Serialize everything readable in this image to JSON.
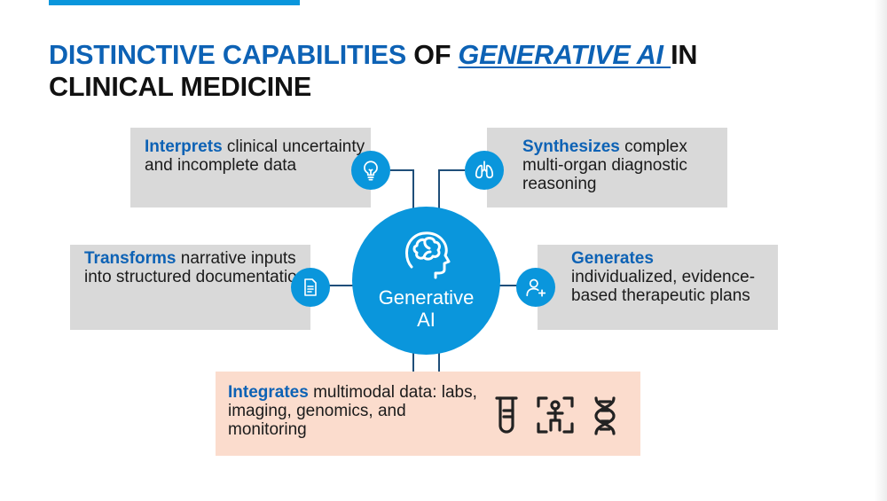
{
  "title": {
    "part1": "DISTINCTIVE CAPABILITIES",
    "part2": " OF ",
    "part3": "GENERATIVE AI ",
    "part4": "IN",
    "part5": "CLINICAL MEDICINE"
  },
  "center": {
    "line1": "Generative",
    "line2": "AI"
  },
  "capabilities": [
    {
      "keyword": "Interprets",
      "text": " clinical uncertainty and incomplete data",
      "icon": "lightbulb-icon"
    },
    {
      "keyword": "Synthesizes",
      "text": " complex multi-organ diagnostic reasoning",
      "icon": "lungs-icon"
    },
    {
      "keyword": "Transforms",
      "text": " narrative inputs into structured documentation",
      "icon": "document-icon"
    },
    {
      "keyword": "Generates",
      "text": "individualized, evidence-based therapeutic plans",
      "icon": "add-user-icon"
    },
    {
      "keyword": "Integrates",
      "text": " multimodal data: labs, imaging, genomics, and monitoring",
      "icon": "test-tube-icon"
    }
  ],
  "multimodal_icons": [
    "test-tube-icon",
    "body-scan-icon",
    "dna-icon"
  ],
  "colors": {
    "accent_blue": "#0a96dc",
    "keyword_blue": "#0d62b5",
    "box_gray": "#d9d9d9",
    "box_peach": "#fbdccd"
  }
}
